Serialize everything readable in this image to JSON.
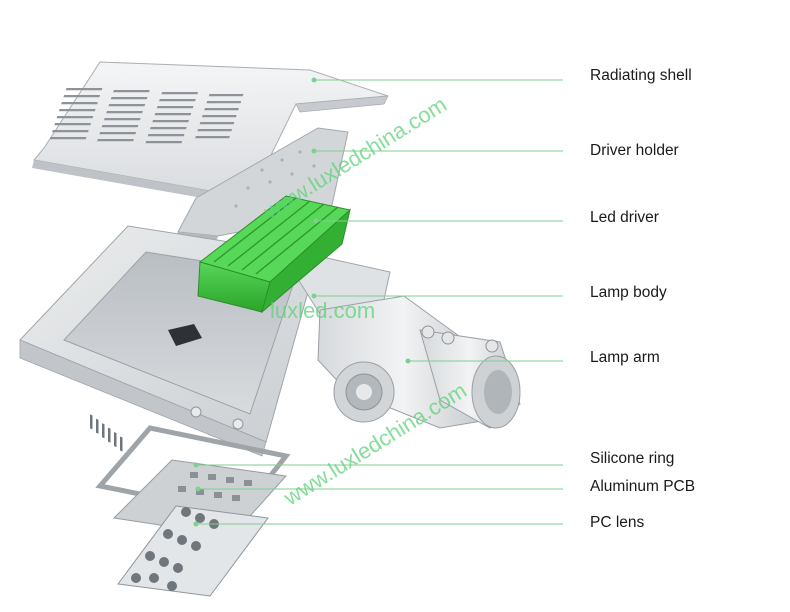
{
  "labels": [
    "Radiating shell",
    "Driver holder",
    "Led driver",
    "Lamp body",
    "Lamp arm",
    "Silicone ring",
    "Aluminum PCB",
    "PC lens"
  ],
  "watermarks": [
    "www.luxledchina.com",
    "luxled.com",
    "www.luxledchina.com"
  ],
  "colors": {
    "leader_line": "#7fcf8f",
    "driver_green": "#3ec23e",
    "watermark": "#5fd27a"
  }
}
